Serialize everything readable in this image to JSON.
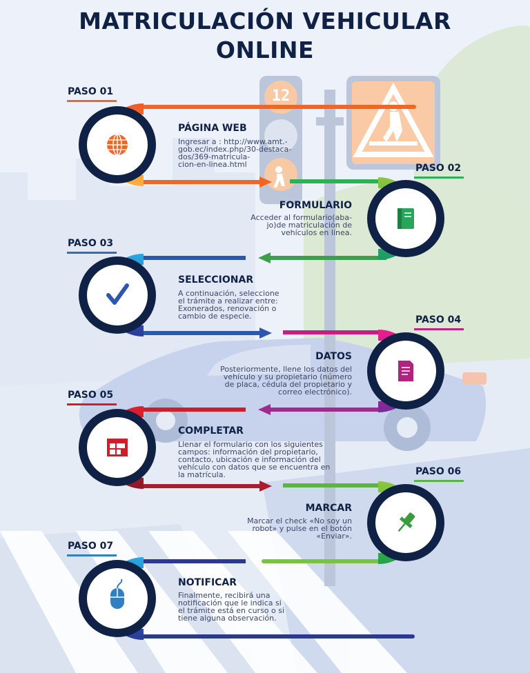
{
  "title": {
    "line1": "MATRICULACIÓN VEHICULAR",
    "line2": "ONLINE"
  },
  "signal": {
    "countdown": "12"
  },
  "colors": {
    "navy": "#102146",
    "step1": "#f5911e",
    "step2": "#3ea84a",
    "step3": "#2d6fbf",
    "step4": "#c71f7d",
    "step5": "#c9202b",
    "step6": "#5bb443",
    "step7": "#2f7fc2"
  },
  "steps": [
    {
      "label": "PASO 01",
      "title": "PÁGINA WEB",
      "icon": "globe-icon",
      "desc": [
        "Ingresar a : http://www.amt.-",
        "gob.ec/index.php/30-destaca-",
        "dos/369-matricula-",
        "cion-en-linea.html"
      ]
    },
    {
      "label": "PASO 02",
      "title": "FORMULARIO",
      "icon": "notebook-icon",
      "desc": [
        "Acceder al formulario(aba-",
        "jo)de matriculación de",
        "vehículos en línea."
      ]
    },
    {
      "label": "PASO 03",
      "title": "SELECCIONAR",
      "icon": "checkmark-icon",
      "desc": [
        "A continuación, seleccione",
        "el trámite a realizar entre:",
        "Exonerados, renovación o",
        "cambio de especie."
      ]
    },
    {
      "label": "PASO 04",
      "title": "DATOS",
      "icon": "document-icon",
      "desc": [
        "Posteriormente, llene los datos del",
        "vehículo y su propietario (número",
        "de placa, cédula del propietario y",
        "correo electrónico)."
      ]
    },
    {
      "label": "PASO 05",
      "title": "COMPLETAR",
      "icon": "form-grid-icon",
      "desc": [
        "Llenar el formulario con los siguientes",
        "campos: información del propietario,",
        "contacto, ubicación e información del",
        "vehículo con datos que se encuentra en",
        "la matrícula."
      ]
    },
    {
      "label": "PASO 06",
      "title": "MARCAR",
      "icon": "pushpin-icon",
      "desc": [
        "Marcar el check «No soy un",
        "robot» y pulse en el botón",
        "«Enviar»."
      ]
    },
    {
      "label": "PASO 07",
      "title": "NOTIFICAR",
      "icon": "mouse-icon",
      "desc": [
        "Finalmente, recibirá una",
        "notificación que le indica si",
        "el trámite está en curso o si",
        "tiene alguna observación."
      ]
    }
  ]
}
